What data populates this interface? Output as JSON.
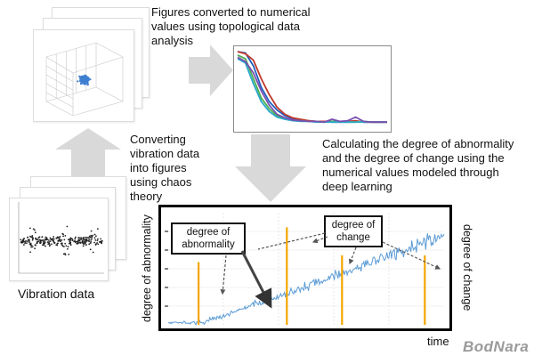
{
  "texts": {
    "tda_caption_l1": "Figures converted to numerical",
    "tda_caption_l2": "values using topological data",
    "tda_caption_l3": "analysis",
    "chaos_caption_l1": "Converting",
    "chaos_caption_l2": "vibration data",
    "chaos_caption_l3": "into figures",
    "chaos_caption_l4": "using chaos",
    "chaos_caption_l5": "theory",
    "deep_caption_l1": "Calculating the degree of abnormality",
    "deep_caption_l2": "and the degree of change using the",
    "deep_caption_l3": "numerical values modeled through",
    "deep_caption_l4": "deep learning",
    "vibration_label": "Vibration data",
    "callout_abnormality_l1": "degree of",
    "callout_abnormality_l2": "abnormality",
    "callout_change_l1": "degree of",
    "callout_change_l2": "change",
    "y_left_label": "degree of abnormality",
    "y_right_label": "degree of change",
    "x_label": "time",
    "logo": "BodNara"
  },
  "colors": {
    "signal_blue": "#5b9bd5",
    "spike_orange": "#f5a500",
    "arrow_gray": "#d9d9d9",
    "frame_black": "#000000"
  },
  "tda_curves": [
    {
      "color": "#1f5fbf",
      "values": [
        1.0,
        0.98,
        0.8,
        0.5,
        0.3,
        0.18,
        0.1,
        0.06,
        0.04,
        0.03,
        0.02,
        0.02,
        0.01,
        0.01,
        0.01,
        0.02,
        0.01,
        0.01,
        0.01,
        0.01
      ]
    },
    {
      "color": "#c0392b",
      "values": [
        1.0,
        0.97,
        0.88,
        0.62,
        0.4,
        0.22,
        0.12,
        0.07,
        0.05,
        0.03,
        0.02,
        0.02,
        0.02,
        0.01,
        0.02,
        0.03,
        0.01,
        0.01,
        0.01,
        0.01
      ]
    },
    {
      "color": "#4caf50",
      "values": [
        0.95,
        0.9,
        0.62,
        0.35,
        0.2,
        0.1,
        0.06,
        0.04,
        0.03,
        0.02,
        0.02,
        0.01,
        0.02,
        0.02,
        0.01,
        0.01,
        0.02,
        0.01,
        0.01,
        0.01
      ]
    },
    {
      "color": "#2aa9c9",
      "values": [
        0.9,
        0.84,
        0.55,
        0.3,
        0.16,
        0.08,
        0.05,
        0.03,
        0.02,
        0.02,
        0.01,
        0.01,
        0.01,
        0.01,
        0.01,
        0.01,
        0.01,
        0.01,
        0.01,
        0.01
      ]
    },
    {
      "color": "#7b4fb0",
      "values": [
        0.92,
        0.86,
        0.7,
        0.45,
        0.25,
        0.12,
        0.07,
        0.04,
        0.03,
        0.02,
        0.02,
        0.01,
        0.05,
        0.02,
        0.03,
        0.08,
        0.02,
        0.01,
        0.01,
        0.01
      ]
    }
  ],
  "change_spikes": [
    {
      "t": 0.11,
      "height": 0.56
    },
    {
      "t": 0.43,
      "height": 0.87
    },
    {
      "t": 0.63,
      "height": 0.62
    },
    {
      "t": 0.93,
      "height": 0.62
    }
  ]
}
